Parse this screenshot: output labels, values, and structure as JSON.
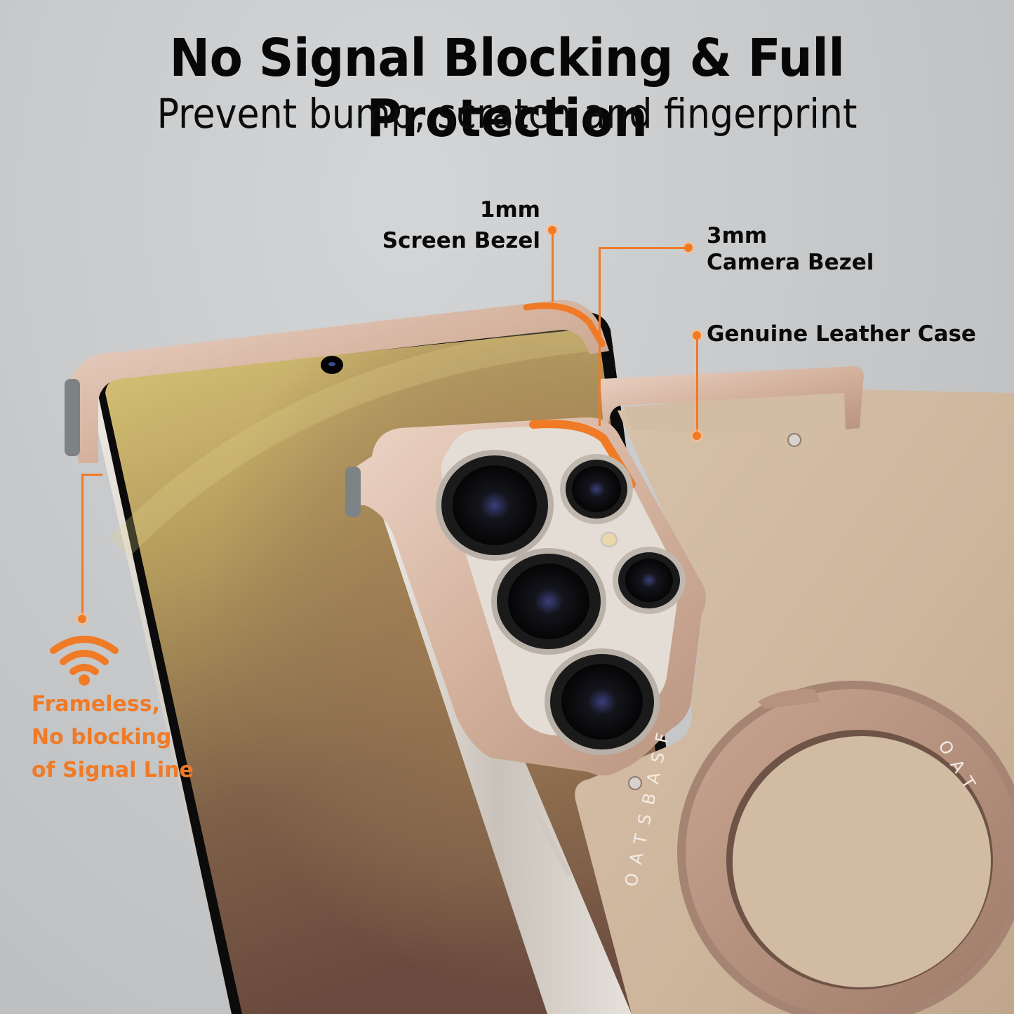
{
  "header": {
    "title": "No Signal Blocking & Full Protection",
    "subtitle": "Prevent bump, scratch and fingerprint"
  },
  "callouts": {
    "screen_bezel": {
      "size": "1mm",
      "name": "Screen Bezel"
    },
    "camera_bezel": {
      "size": "3mm",
      "name": "Camera Bezel"
    },
    "leather": {
      "name": "Genuine Leather Case"
    },
    "signal": {
      "icon": "wifi-icon",
      "lines": [
        "Frameless,",
        "No blocking",
        "of Signal Line"
      ]
    }
  },
  "product": {
    "ring_brand_text": "OATSBASF",
    "ring_brand_text_partial": "OAT",
    "case_color": "#cdb59c",
    "bumper_color": "#d9b9a6"
  },
  "colors": {
    "accent": "#f07a26",
    "background": "#c7c9cb",
    "text": "#0a0a0a"
  }
}
